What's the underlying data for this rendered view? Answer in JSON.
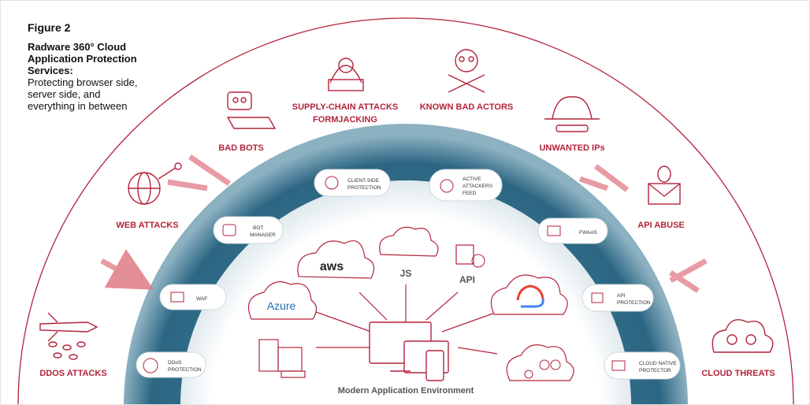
{
  "figure": {
    "label": "Figure 2",
    "title": "Radware 360° Cloud Application Protection Services:",
    "body": "Protecting browser side, server side, and everything in between"
  },
  "threats": [
    "DDOS ATTACKS",
    "WEB ATTACKS",
    "BAD BOTS",
    "SUPPLY-CHAIN ATTACKS",
    "FORMJACKING",
    "KNOWN BAD ACTORS",
    "UNWANTED IPs",
    "API ABUSE",
    "CLOUD THREATS"
  ],
  "services": [
    {
      "line1": "DDoS",
      "line2": "PROTECTION"
    },
    {
      "line1": "WAF",
      "line2": ""
    },
    {
      "line1": "BOT",
      "line2": "MANAGER"
    },
    {
      "line1": "CLIENT-SIDE",
      "line2": "PROTECTION"
    },
    {
      "line1": "ACTIVE",
      "line2": "ATTACKERS",
      "line3": "FEED"
    },
    {
      "line1": "FWAAS",
      "line2": ""
    },
    {
      "line1": "API",
      "line2": "PROTECTION"
    },
    {
      "line1": "CLOUD NATIVE",
      "line2": "PROTECTOR"
    }
  ],
  "environment": {
    "label": "Modern Application Environment",
    "aws": "aws",
    "azure": "Azure",
    "js": "JS",
    "api": "API"
  },
  "colors": {
    "accent": "#b3243b",
    "ring": "#2f6a86",
    "arrow": "#e07b86"
  }
}
